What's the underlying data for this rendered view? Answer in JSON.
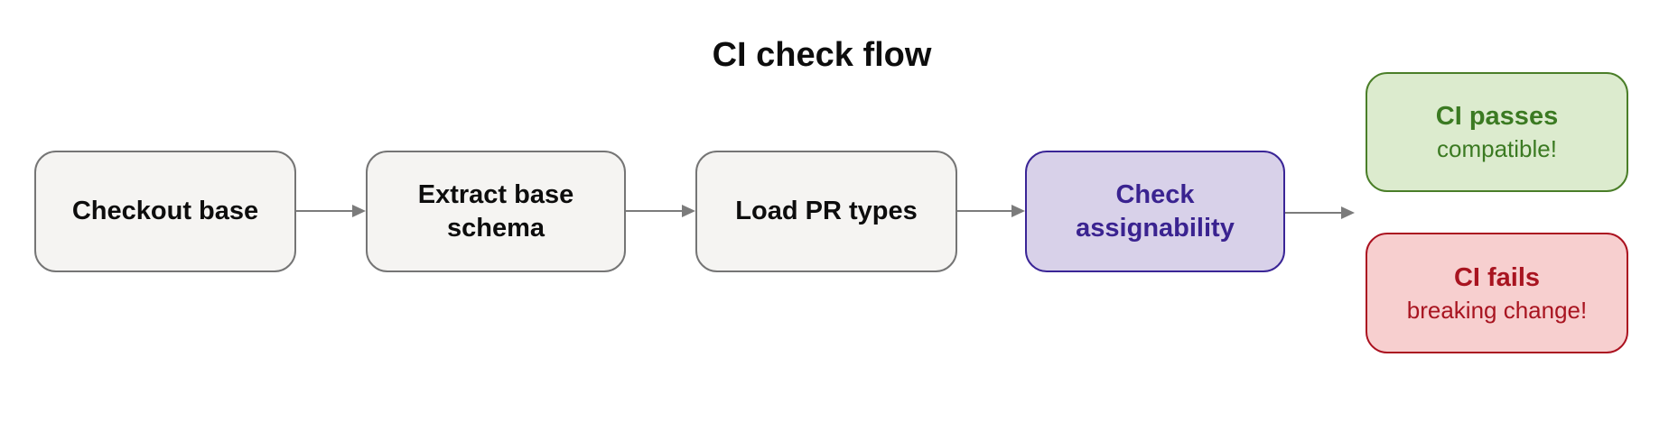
{
  "title": "CI check flow",
  "nodes": [
    {
      "id": "checkout-base",
      "label": "Checkout base",
      "type": "step"
    },
    {
      "id": "extract-base-schema",
      "label": "Extract base schema",
      "type": "step"
    },
    {
      "id": "load-pr-types",
      "label": "Load PR types",
      "type": "step"
    },
    {
      "id": "check-assignability",
      "label": "Check assignability",
      "type": "accent"
    },
    {
      "id": "ci-passes",
      "label": "CI passes",
      "sublabel": "compatible!",
      "type": "success"
    },
    {
      "id": "ci-fails",
      "label": "CI fails",
      "sublabel": "breaking change!",
      "type": "fail"
    }
  ],
  "edges": [
    {
      "from": "checkout-base",
      "to": "extract-base-schema"
    },
    {
      "from": "extract-base-schema",
      "to": "load-pr-types"
    },
    {
      "from": "load-pr-types",
      "to": "check-assignability"
    },
    {
      "from": "check-assignability",
      "to": "outcomes-gap"
    }
  ],
  "colors": {
    "step_fill": "#f5f4f2",
    "step_border": "#757575",
    "step_text": "#0d0d0d",
    "accent_fill": "#d8d1e9",
    "accent_border": "#3a2596",
    "accent_text": "#3a2390",
    "success_fill": "#dcebce",
    "success_border": "#4a7e28",
    "success_text": "#3b7a22",
    "fail_fill": "#f7cfcf",
    "fail_border": "#ab1220",
    "fail_text": "#a81420",
    "arrow": "#7b7b7b",
    "title_text": "#0d0d0d",
    "background": "#ffffff"
  }
}
